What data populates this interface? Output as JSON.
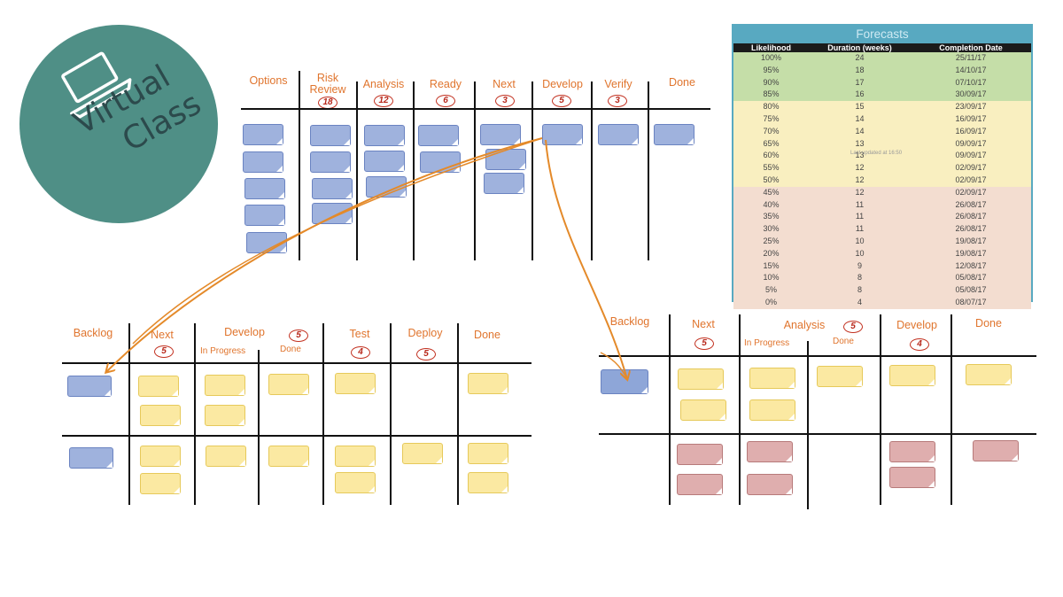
{
  "badge": {
    "line1": "Virtual",
    "line2": "Class",
    "icon": "laptop-icon",
    "color": "#4f8f86"
  },
  "top_board": {
    "columns": [
      {
        "label": "Options",
        "wip": ""
      },
      {
        "label": "Risk\nReview",
        "wip": "18"
      },
      {
        "label": "Analysis",
        "wip": "12"
      },
      {
        "label": "Ready",
        "wip": "6"
      },
      {
        "label": "Next",
        "wip": "3"
      },
      {
        "label": "Develop",
        "wip": "5"
      },
      {
        "label": "Verify",
        "wip": "3"
      },
      {
        "label": "Done",
        "wip": ""
      }
    ]
  },
  "left_board": {
    "columns": [
      {
        "label": "Backlog"
      },
      {
        "label": "Next",
        "wip": "5"
      },
      {
        "label": "Develop",
        "wip": "5",
        "sub": [
          "In Progress",
          "Done"
        ]
      },
      {
        "label": "Test",
        "wip": "4"
      },
      {
        "label": "Deploy",
        "wip": "5"
      },
      {
        "label": "Done"
      }
    ]
  },
  "right_board": {
    "columns": [
      {
        "label": "Backlog"
      },
      {
        "label": "Next",
        "wip": "5"
      },
      {
        "label": "Analysis",
        "wip": "5",
        "sub": [
          "In Progress",
          "Done"
        ]
      },
      {
        "label": "Develop",
        "wip": "4"
      },
      {
        "label": "Done"
      }
    ]
  },
  "forecasts": {
    "title": "Forecasts",
    "headers": [
      "Likelihood",
      "Duration (weeks)",
      "Completion Date"
    ],
    "overlay_note": "Last updated at 16:50",
    "rows": [
      [
        "100%",
        "24",
        "25/11/17"
      ],
      [
        "95%",
        "18",
        "14/10/17"
      ],
      [
        "90%",
        "17",
        "07/10/17"
      ],
      [
        "85%",
        "16",
        "30/09/17"
      ],
      [
        "80%",
        "15",
        "23/09/17"
      ],
      [
        "75%",
        "14",
        "16/09/17"
      ],
      [
        "70%",
        "14",
        "16/09/17"
      ],
      [
        "65%",
        "13",
        "09/09/17"
      ],
      [
        "60%",
        "13",
        "09/09/17"
      ],
      [
        "55%",
        "12",
        "02/09/17"
      ],
      [
        "50%",
        "12",
        "02/09/17"
      ],
      [
        "45%",
        "12",
        "02/09/17"
      ],
      [
        "40%",
        "11",
        "26/08/17"
      ],
      [
        "35%",
        "11",
        "26/08/17"
      ],
      [
        "30%",
        "11",
        "26/08/17"
      ],
      [
        "25%",
        "10",
        "19/08/17"
      ],
      [
        "20%",
        "10",
        "19/08/17"
      ],
      [
        "15%",
        "9",
        "12/08/17"
      ],
      [
        "10%",
        "8",
        "05/08/17"
      ],
      [
        "5%",
        "8",
        "05/08/17"
      ],
      [
        "0%",
        "4",
        "08/07/17"
      ]
    ],
    "row_colors": [
      "#c5dea8",
      "#f9efc0",
      "#f3ddd0"
    ]
  },
  "colors": {
    "header_text": "#e0752e",
    "wip_ring": "#c2301f",
    "arrow": "#e48a2a",
    "blue_card": "#9fb2dd",
    "yellow_card": "#fbe9a2",
    "red_card": "#dfaeae"
  }
}
